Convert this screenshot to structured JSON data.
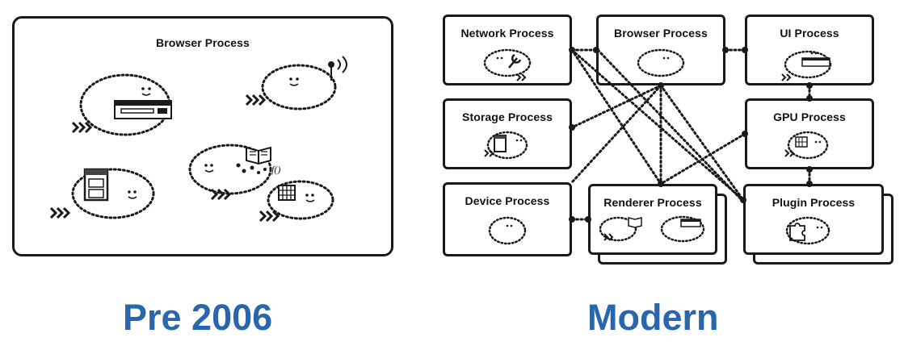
{
  "colors": {
    "caption": "#2a66ad",
    "line": "#1a1a1a"
  },
  "pre2006": {
    "caption": "Pre 2006",
    "browser_process": {
      "label": "Browser Process"
    }
  },
  "modern": {
    "caption": "Modern",
    "network": {
      "label": "Network Process"
    },
    "browser": {
      "label": "Browser Process"
    },
    "ui": {
      "label": "UI Process"
    },
    "storage": {
      "label": "Storage Process"
    },
    "gpu": {
      "label": "GPU Process"
    },
    "device": {
      "label": "Device Process"
    },
    "renderer": {
      "label": "Renderer Process"
    },
    "plugin": {
      "label": "Plugin Process"
    }
  },
  "icons": [
    "smiley-loop-icon",
    "wrench-icon",
    "toolbar-window-icon",
    "antenna-icon",
    "database-cabinet-icon",
    "gpu-chip-icon",
    "puzzle-piece-icon",
    "book-icon",
    "code-function-icon"
  ]
}
